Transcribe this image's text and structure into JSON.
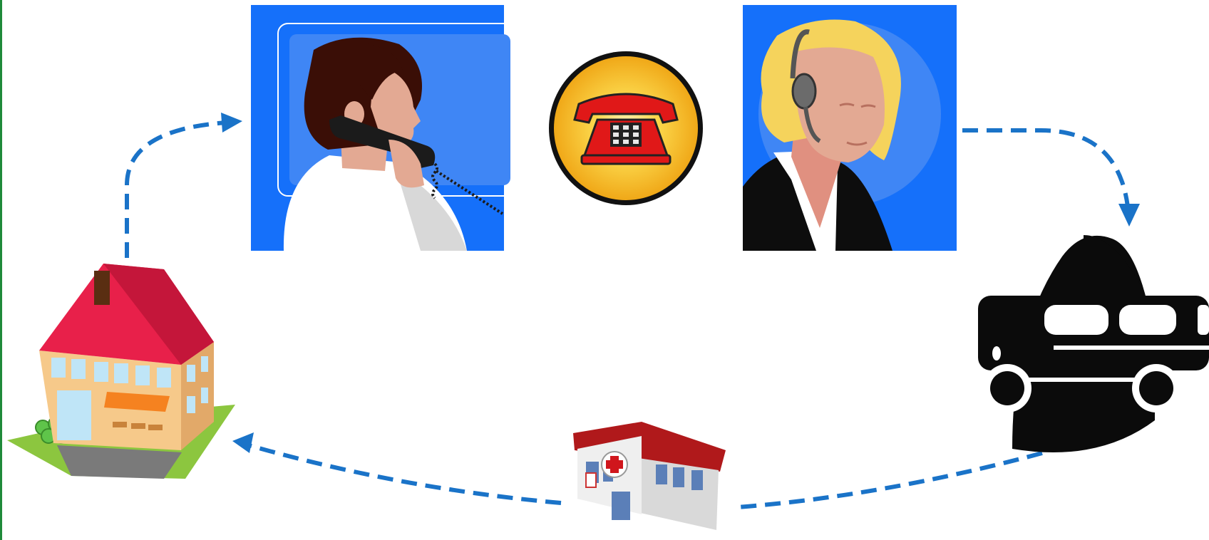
{
  "diagram": {
    "description_nodes": [
      {
        "id": "store",
        "icon": "shop-building-icon"
      },
      {
        "id": "caller",
        "icon": "woman-on-phone-icon"
      },
      {
        "id": "telephone",
        "icon": "red-telephone-icon"
      },
      {
        "id": "operator",
        "icon": "operator-headset-icon"
      },
      {
        "id": "vehicle",
        "icon": "car-icon"
      },
      {
        "id": "hospital",
        "icon": "hospital-building-icon"
      }
    ],
    "edges": [
      {
        "from": "store",
        "to": "caller",
        "style": "dashed"
      },
      {
        "from": "operator",
        "to": "vehicle",
        "style": "dashed"
      },
      {
        "from": "vehicle",
        "to": "hospital",
        "style": "dashed"
      },
      {
        "from": "hospital",
        "to": "store",
        "style": "dashed"
      }
    ]
  },
  "colors": {
    "arrow": "#1a73c8",
    "panel_blue": "#1570fa",
    "panel_inner": "#3f86f5",
    "roof_red": "#e8204a",
    "phone_red": "#e01818",
    "sun_yellow": "#f6c21a",
    "skin": "#e3a993",
    "hair_blonde": "#f5d35c",
    "hair_brown": "#3a0e06",
    "edge_green": "#1f8a3a"
  }
}
